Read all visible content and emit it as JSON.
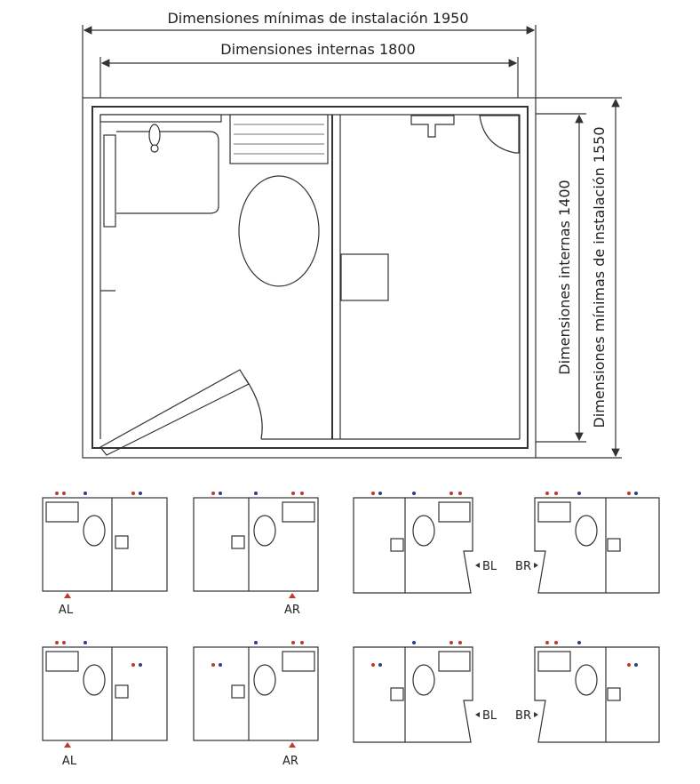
{
  "dimensions": {
    "min_width": "Dimensiones mínimas de instalación 1950",
    "internal_width": "Dimensiones internas 1800",
    "internal_depth": "Dimensiones internas 1400",
    "min_depth": "Dimensiones mínimas de instalación 1550"
  },
  "variants": {
    "row1": [
      "AL",
      "AR",
      "BL",
      "BR"
    ],
    "row2": [
      "AL",
      "AR",
      "BL",
      "BR"
    ]
  },
  "colors": {
    "line": "#333333",
    "dot_red": "#c0392b",
    "dot_blue": "#2c3e8f"
  }
}
